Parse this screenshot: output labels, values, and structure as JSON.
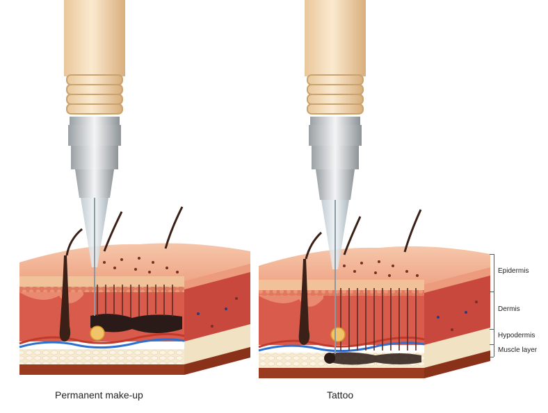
{
  "panels": [
    {
      "caption": "Permanent make-up"
    },
    {
      "caption": "Tattoo"
    }
  ],
  "layers": [
    {
      "label": "Epidermis"
    },
    {
      "label": "Dermis"
    },
    {
      "label": "Hypodermis"
    },
    {
      "label": "Muscle layer"
    }
  ],
  "colors": {
    "skin_top": "#f4b99a",
    "epidermis": "#e8826a",
    "dermis": "#d9574a",
    "hypodermis": "#f3e6c8",
    "muscle": "#9a3b1f",
    "ink": "#2a1a18",
    "machine_grip": "#f1d3a8",
    "machine_metal": "#c9cdd0"
  }
}
